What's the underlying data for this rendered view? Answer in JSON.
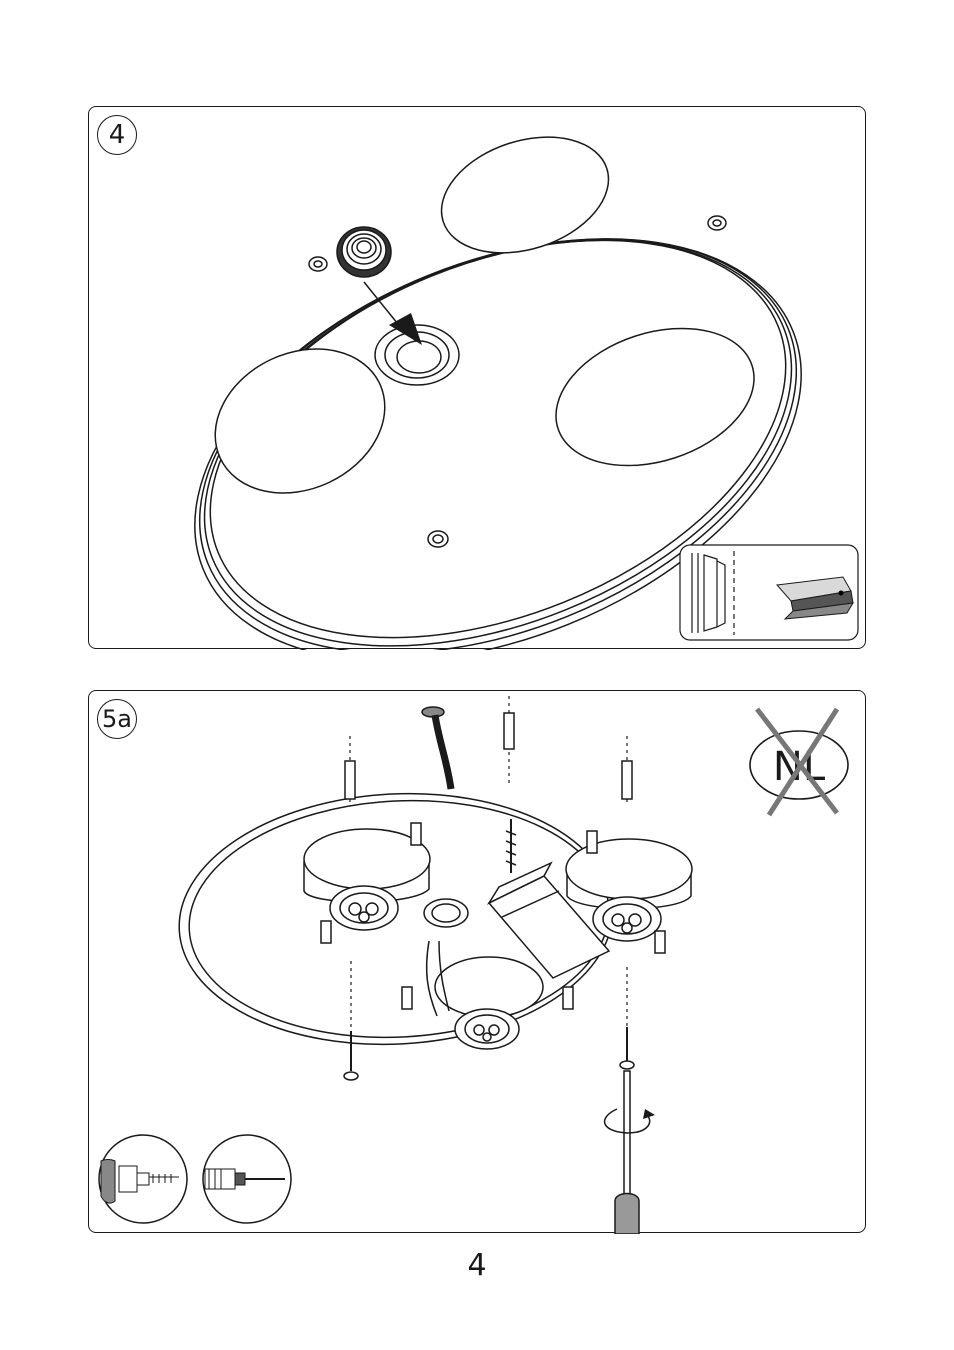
{
  "steps": {
    "step4": {
      "number": "4"
    },
    "step5a": {
      "number": "5a",
      "country_code": "NL"
    }
  },
  "page": {
    "number": "4"
  },
  "icons": {
    "step4": [
      "rosette-plate-icon",
      "grommet-arrow-icon",
      "detail-inset-icon",
      "cutter-knife-icon"
    ],
    "step5a": [
      "wall-plug-icon",
      "screw-icon",
      "screwdriver-icon",
      "rotate-arrow-icon",
      "drill-icon",
      "prohibited-country-icon"
    ]
  }
}
